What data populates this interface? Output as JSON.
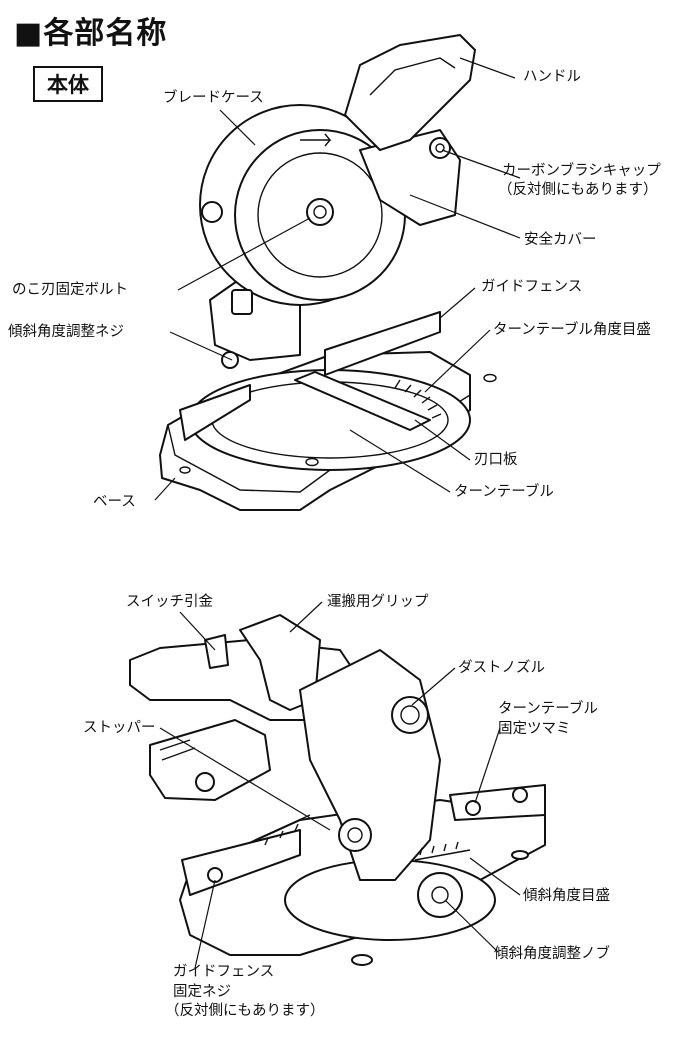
{
  "title": "■各部名称",
  "section_tag": "本体",
  "top_labels": {
    "handle": "ハンドル",
    "blade_case": "ブレードケース",
    "carbon_cap_1": "カーボンブラシキャップ",
    "carbon_cap_2": "（反対側にもあります）",
    "safety_cover": "安全カバー",
    "blade_bolt": "のこ刃固定ボルト",
    "guide_fence": "ガイドフェンス",
    "bevel_screw": "傾斜角度調整ネジ",
    "turntable_scale": "ターンテーブル角度目盛",
    "kerf_plate": "刃口板",
    "turntable": "ターンテーブル",
    "base": "ベース"
  },
  "bottom_labels": {
    "switch": "スイッチ引金",
    "carry_grip": "運搬用グリップ",
    "dust_nozzle": "ダストノズル",
    "stopper": "ストッパー",
    "turntable_knob_1": "ターンテーブル",
    "turntable_knob_2": "固定ツマミ",
    "bevel_scale": "傾斜角度目盛",
    "bevel_knob": "傾斜角度調整ノブ",
    "fence_screw_1": "ガイドフェンス",
    "fence_screw_2": "固定ネジ",
    "fence_screw_3": "（反対側にもあります）"
  }
}
